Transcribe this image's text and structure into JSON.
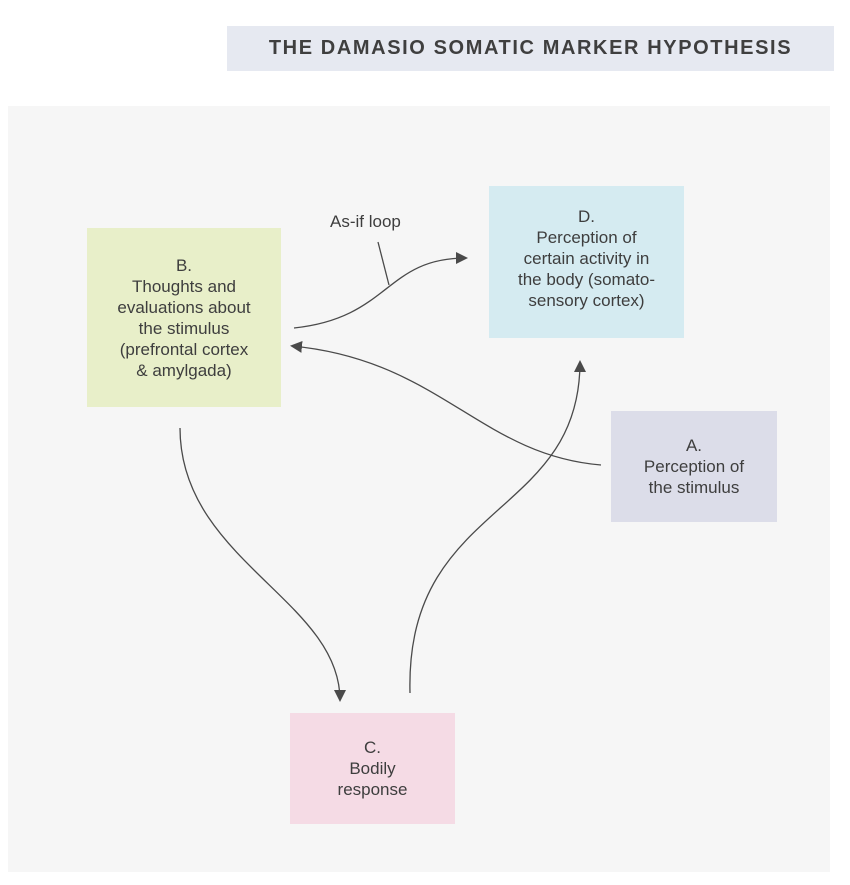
{
  "title": "THE DAMASIO SOMATIC MARKER HYPOTHESIS",
  "nodes": {
    "a": {
      "letter": "A.",
      "text": "Perception of\nthe stimulus",
      "color": "#dcdde9"
    },
    "b": {
      "letter": "B.",
      "text": "Thoughts and\nevaluations about\nthe stimulus\n(prefrontal cortex\n& amylgada)",
      "color": "#e8efc9"
    },
    "c": {
      "letter": "C.",
      "text": "Bodily\nresponse",
      "color": "#f5dbe5"
    },
    "d": {
      "letter": "D.",
      "text": "Perception of\ncertain activity in\nthe body (somato-\nsensory cortex)",
      "color": "#d5ebf1"
    }
  },
  "edges": [
    {
      "from": "A",
      "to": "B"
    },
    {
      "from": "B",
      "to": "D",
      "label": "As-if loop"
    },
    {
      "from": "B",
      "to": "C"
    },
    {
      "from": "C",
      "to": "D"
    }
  ],
  "labels": {
    "loop": "As-if loop"
  },
  "colors": {
    "title_banner": "#e6e9f1",
    "panel": "#f6f6f6",
    "arrow": "#4a4a4a",
    "text": "#3e3e3e"
  }
}
